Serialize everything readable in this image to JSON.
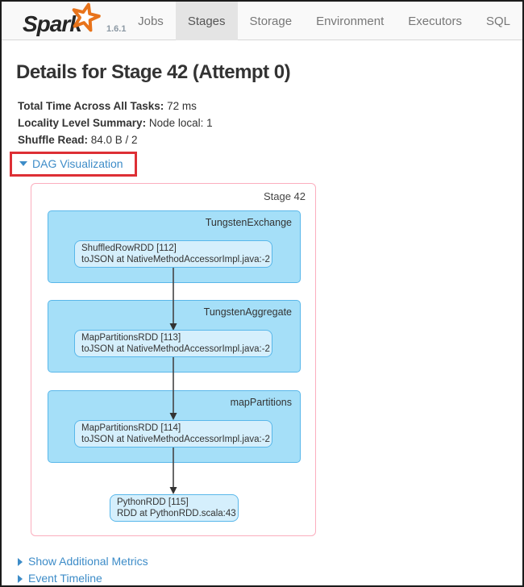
{
  "navbar": {
    "logo": "Spark",
    "version": "1.6.1",
    "tabs": [
      {
        "label": "Jobs"
      },
      {
        "label": "Stages"
      },
      {
        "label": "Storage"
      },
      {
        "label": "Environment"
      },
      {
        "label": "Executors"
      },
      {
        "label": "SQL"
      }
    ],
    "active_tab": "Stages"
  },
  "page": {
    "title": "Details for Stage 42 (Attempt 0)"
  },
  "stats": [
    {
      "label": "Total Time Across All Tasks:",
      "value": " 72 ms"
    },
    {
      "label": "Locality Level Summary:",
      "value": " Node local: 1"
    },
    {
      "label": "Shuffle Read:",
      "value": " 84.0 B / 2"
    }
  ],
  "dag": {
    "toggle_label": "DAG Visualization",
    "toggle_icon": "triangle-down-icon",
    "annotation": "red-highlight-box",
    "stage_label": "Stage 42",
    "clusters": [
      {
        "label": "TungstenExchange",
        "node": {
          "line1": "ShuffledRowRDD [112]",
          "line2": "toJSON at NativeMethodAccessorImpl.java:-2"
        }
      },
      {
        "label": "TungstenAggregate",
        "node": {
          "line1": "MapPartitionsRDD [113]",
          "line2": "toJSON at NativeMethodAccessorImpl.java:-2"
        }
      },
      {
        "label": "mapPartitions",
        "node": {
          "line1": "MapPartitionsRDD [114]",
          "line2": "toJSON at NativeMethodAccessorImpl.java:-2"
        }
      }
    ],
    "final_node": {
      "line1": "PythonRDD [115]",
      "line2": "RDD at PythonRDD.scala:43"
    },
    "edges": [
      "ShuffledRowRDD [112] -> MapPartitionsRDD [113]",
      "MapPartitionsRDD [113] -> MapPartitionsRDD [114]",
      "MapPartitionsRDD [114] -> PythonRDD [115]"
    ]
  },
  "links": {
    "metrics": "Show Additional Metrics",
    "metrics_icon": "triangle-right-icon",
    "timeline": "Event Timeline",
    "timeline_icon": "triangle-right-icon"
  },
  "colors": {
    "cluster_fill": "#a5dff8",
    "cluster_stroke": "#59b7ea",
    "node_fill": "#d5effc",
    "stage_cluster_stroke": "#fbaebe",
    "link_blue": "#3d8cc8",
    "annotation_red": "#dd2f35",
    "active_tab_bg": "#e4e4e4",
    "spark_star_orange": "#e8731a"
  }
}
